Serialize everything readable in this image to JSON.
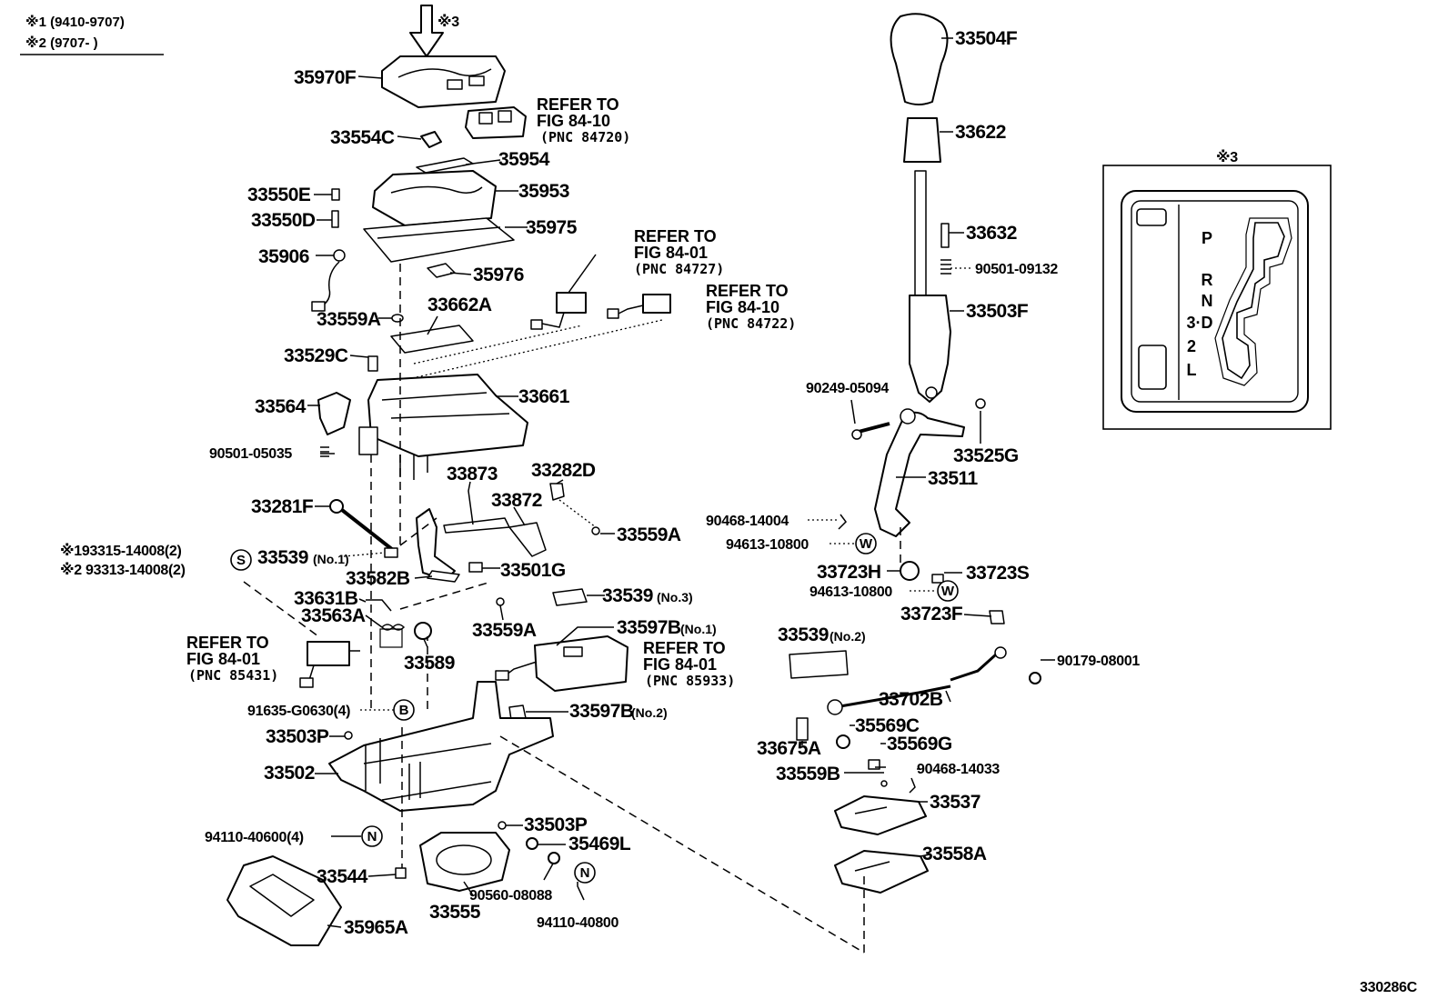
{
  "header": {
    "note1": "※1 (9410-9707)",
    "note2": "※2 (9707-        )"
  },
  "figure_id": "330286C",
  "ref_symbol": "※3",
  "inset": {
    "title": "※3",
    "gears": [
      "P",
      "R",
      "N",
      "3·D",
      "2",
      "L"
    ]
  },
  "symbols": {
    "s": "S",
    "b": "B",
    "n": "N",
    "w": "W"
  },
  "labels": {
    "p35970F": "35970F",
    "p33554C": "33554C",
    "p35954": "35954",
    "p33550E": "33550E",
    "p35953": "35953",
    "p33550D": "33550D",
    "p35975": "35975",
    "p35906": "35906",
    "p35976": "35976",
    "p33559A_1": "33559A",
    "p33662A": "33662A",
    "p33529C": "33529C",
    "p33661": "33661",
    "p33564": "33564",
    "p90501_05035": "90501-05035",
    "p33873": "33873",
    "p33282D": "33282D",
    "p33281F": "33281F",
    "p33872": "33872",
    "p33559A_2": "33559A",
    "p33539_1": "33539",
    "p33539_1_suffix": "(No.1)",
    "p93315": "※193315-14008(2)",
    "p93313": "※2 93313-14008(2)",
    "p33582B": "33582B",
    "p33501G": "33501G",
    "p33631B": "33631B",
    "p33563A": "33563A",
    "p33539_3": "33539",
    "p33539_3_suffix": "(No.3)",
    "p33559A_3": "33559A",
    "p33597B_1": "33597B",
    "p33597B_1_suffix": "(No.1)",
    "p33589": "33589",
    "p91635": "91635-G0630(4)",
    "p33597B_2": "33597B",
    "p33597B_2_suffix": "(No.2)",
    "p33503P_1": "33503P",
    "p33502": "33502",
    "p33503P_2": "33503P",
    "p94110_40600": "94110-40600(4)",
    "p35469L": "35469L",
    "p33544": "33544",
    "p90560": "90560-08088",
    "p33555": "33555",
    "p94110_40800": "94110-40800",
    "p35965A": "35965A",
    "p33504F": "33504F",
    "p33622": "33622",
    "p33632": "33632",
    "p90501_09132": "90501-09132",
    "p33503F": "33503F",
    "p90249": "90249-05094",
    "p33525G": "33525G",
    "p33511": "33511",
    "p90468_14004": "90468-14004",
    "p94613_1": "94613-10800",
    "p33723H": "33723H",
    "p33723S": "33723S",
    "p94613_2": "94613-10800",
    "p33723F": "33723F",
    "p33539_2": "33539",
    "p33539_2_suffix": "(No.2)",
    "p90179": "90179-08001",
    "p33702B": "33702B",
    "p35569C": "35569C",
    "p33675A": "33675A",
    "p35569G": "35569G",
    "p33559B": "33559B",
    "p90468_14033": "90468-14033",
    "p33537": "33537",
    "p33558A": "33558A"
  },
  "references": {
    "r1": {
      "line1": "REFER TO",
      "line2": "FIG 84-10",
      "line3": "(PNC 84720)"
    },
    "r2": {
      "line1": "REFER TO",
      "line2": "FIG 84-01",
      "line3": "(PNC 84727)"
    },
    "r3": {
      "line1": "REFER TO",
      "line2": "FIG 84-10",
      "line3": "(PNC 84722)"
    },
    "r4": {
      "line1": "REFER TO",
      "line2": "FIG 84-01",
      "line3": "(PNC 85431)"
    },
    "r5": {
      "line1": "REFER TO",
      "line2": "FIG 84-01",
      "line3": "(PNC 85933)"
    }
  }
}
